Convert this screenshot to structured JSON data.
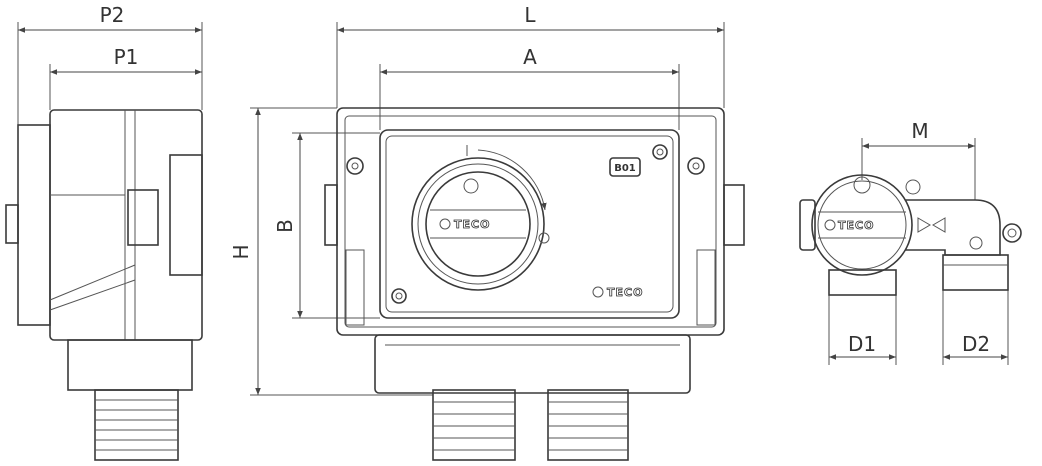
{
  "dimensions": {
    "p2": "P2",
    "p1": "P1",
    "l": "L",
    "a": "A",
    "h": "H",
    "b": "B",
    "m": "M",
    "d1": "D1",
    "d2": "D2"
  },
  "front_view": {
    "badge": "B01",
    "brand_dial": "TECO",
    "brand_corner": "TECO"
  },
  "side_view": {
    "brand": "TECO"
  },
  "colors": {
    "line": "#3a3a3a",
    "background": "#ffffff"
  }
}
